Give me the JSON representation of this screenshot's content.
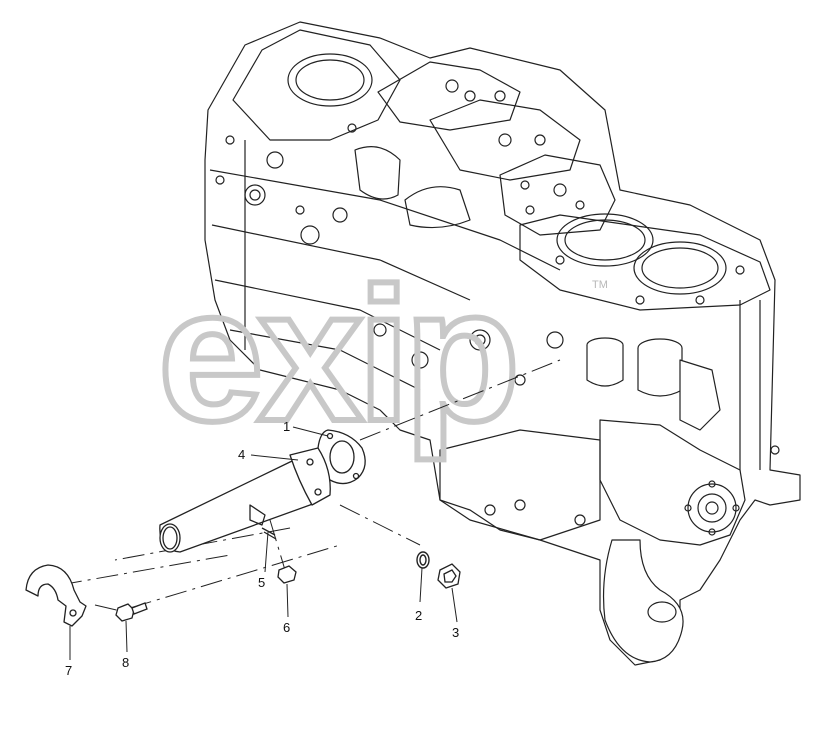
{
  "watermark": {
    "text": "exip",
    "tm": "TM"
  },
  "callouts": [
    {
      "id": "1",
      "label": "1"
    },
    {
      "id": "2",
      "label": "2"
    },
    {
      "id": "3",
      "label": "3"
    },
    {
      "id": "4",
      "label": "4"
    },
    {
      "id": "5",
      "label": "5"
    },
    {
      "id": "6",
      "label": "6"
    },
    {
      "id": "7",
      "label": "7"
    },
    {
      "id": "8",
      "label": "8"
    }
  ],
  "colors": {
    "line": "#222222",
    "watermark": "#c8c8c8",
    "background": "#ffffff"
  }
}
